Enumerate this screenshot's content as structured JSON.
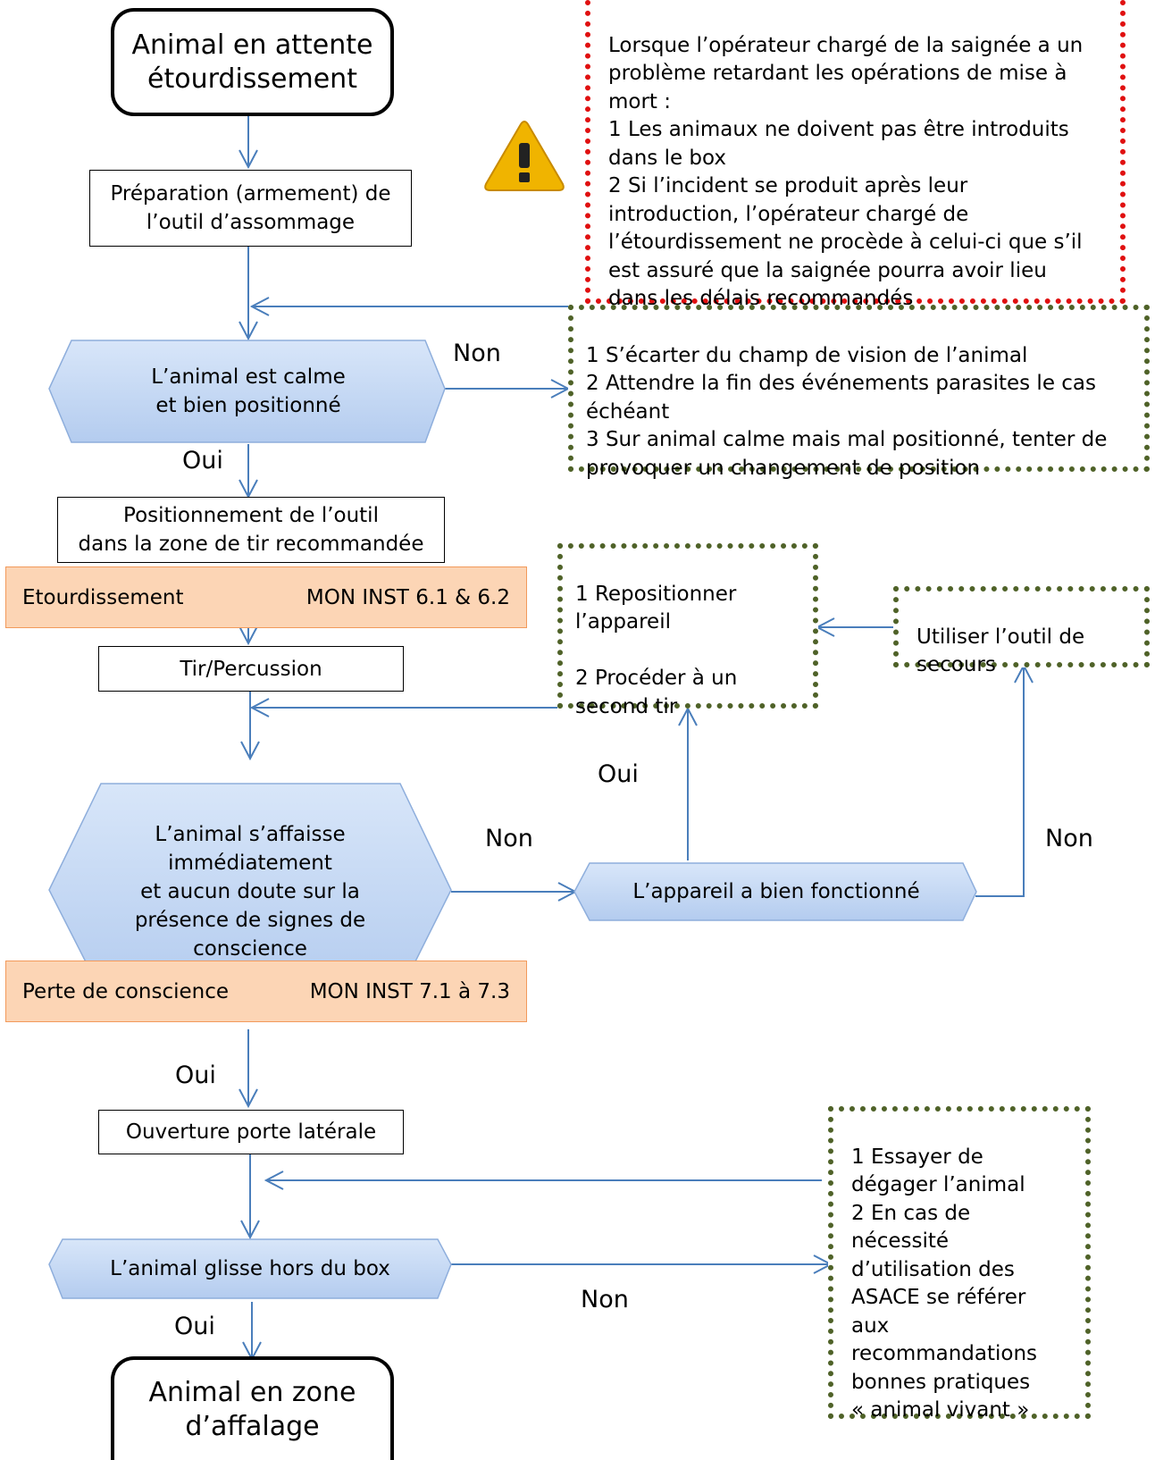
{
  "start": "Animal en attente\nétourdissement",
  "prep": "Préparation (armement) de\nl’outil d’assommage",
  "d_calme": "L’animal est calme\net bien positionné",
  "positionnement": "Positionnement de l’outil\ndans la zone de tir recommandée",
  "etourdissement": {
    "label": "Etourdissement",
    "ref": "MON INST 6.1 & 6.2"
  },
  "tir": "Tir/Percussion",
  "d_affaisse": "L’animal s’affaisse\nimmédiatement\net aucun doute sur la\nprésence de signes de\nconscience",
  "perte": {
    "label": "Perte de conscience",
    "ref": "MON INST 7.1 à 7.3"
  },
  "ouverture": "Ouverture porte latérale",
  "d_glisse": "L’animal glisse hors du box",
  "end": "Animal en zone\nd’affalage",
  "d_appareil": "L’appareil a bien fonctionné",
  "note_red": "Lorsque l’opérateur chargé de la saignée a un\nproblème retardant les opérations de mise à\nmort :\n1 Les animaux ne doivent pas être introduits\ndans le box\n2 Si l’incident se produit après leur\nintroduction, l’opérateur chargé de\nl’étourdissement ne procède à celui-ci que s’il\nest assuré que la saignée pourra avoir lieu\ndans les délais recommandés",
  "note_calme": "1 S’écarter du champ de vision de l’animal\n2 Attendre la fin des événements parasites le cas\néchéant\n3 Sur animal calme mais mal  positionné, tenter de\nprovoquer un changement de position",
  "note_reposition": "1 Repositionner\nl’appareil\n\n2 Procéder à un\nsecond tir",
  "note_secours": "Utiliser l’outil de\nsecours",
  "note_asace": "1 Essayer de\ndégager l’animal\n2 En cas de\nnécessité\nd’utilisation des\nASACE se référer\naux\nrecommandations\nbonnes pratiques\n« animal vivant »",
  "labels": {
    "non": "Non",
    "oui": "Oui"
  },
  "colors": {
    "arrow": "#4a7ebb",
    "hex_fill": "#c6d9f1",
    "orange": "#fcd5b5",
    "red_dots": "#e01010",
    "green_dots": "#4f6228"
  },
  "icons": {
    "warning": "warning-icon"
  }
}
